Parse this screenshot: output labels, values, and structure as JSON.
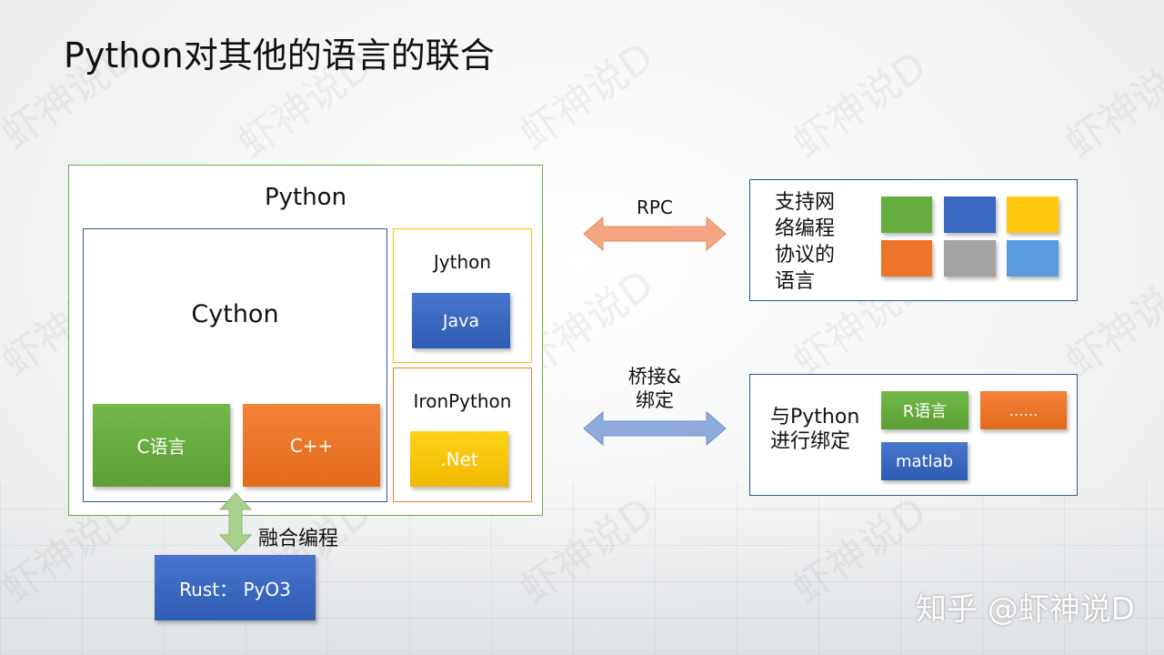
{
  "title": "Python对其他的语言的联合",
  "python_box": {
    "label": "Python",
    "cython": {
      "label": "Cython",
      "c": "C语言",
      "cpp": "C++"
    },
    "jython": {
      "label": "Jython",
      "java": "Java"
    },
    "ironpython": {
      "label": "IronPython",
      "net": ".Net"
    }
  },
  "rust": {
    "label": "Rust：  PyO3",
    "fusion_label": "融合编程"
  },
  "rpc": {
    "arrow_label": "RPC",
    "text_lines": [
      "支持网",
      "络编程",
      "协议的",
      "语言"
    ],
    "tile_colors": [
      "#66ad3f",
      "#3a67c1",
      "#ffc70d",
      "#eb7428",
      "#a3a3a3",
      "#589cdf"
    ]
  },
  "bridge": {
    "arrow_label_lines": [
      "桥接&",
      "绑定"
    ],
    "text_lines": [
      "与Python",
      "进行绑定"
    ],
    "r": "R语言",
    "dots": "……",
    "matlab": "matlab"
  },
  "watermark": "虾神说D",
  "credit": "知乎 @虾神说D",
  "colors": {
    "green_border": "#70ad47",
    "blue_border": "#2f5597",
    "orange_border": "#ed7d31",
    "rpc_arrow": "#f4a582",
    "bridge_arrow": "#8faadc",
    "fusion_arrow": "#a9d18e"
  }
}
